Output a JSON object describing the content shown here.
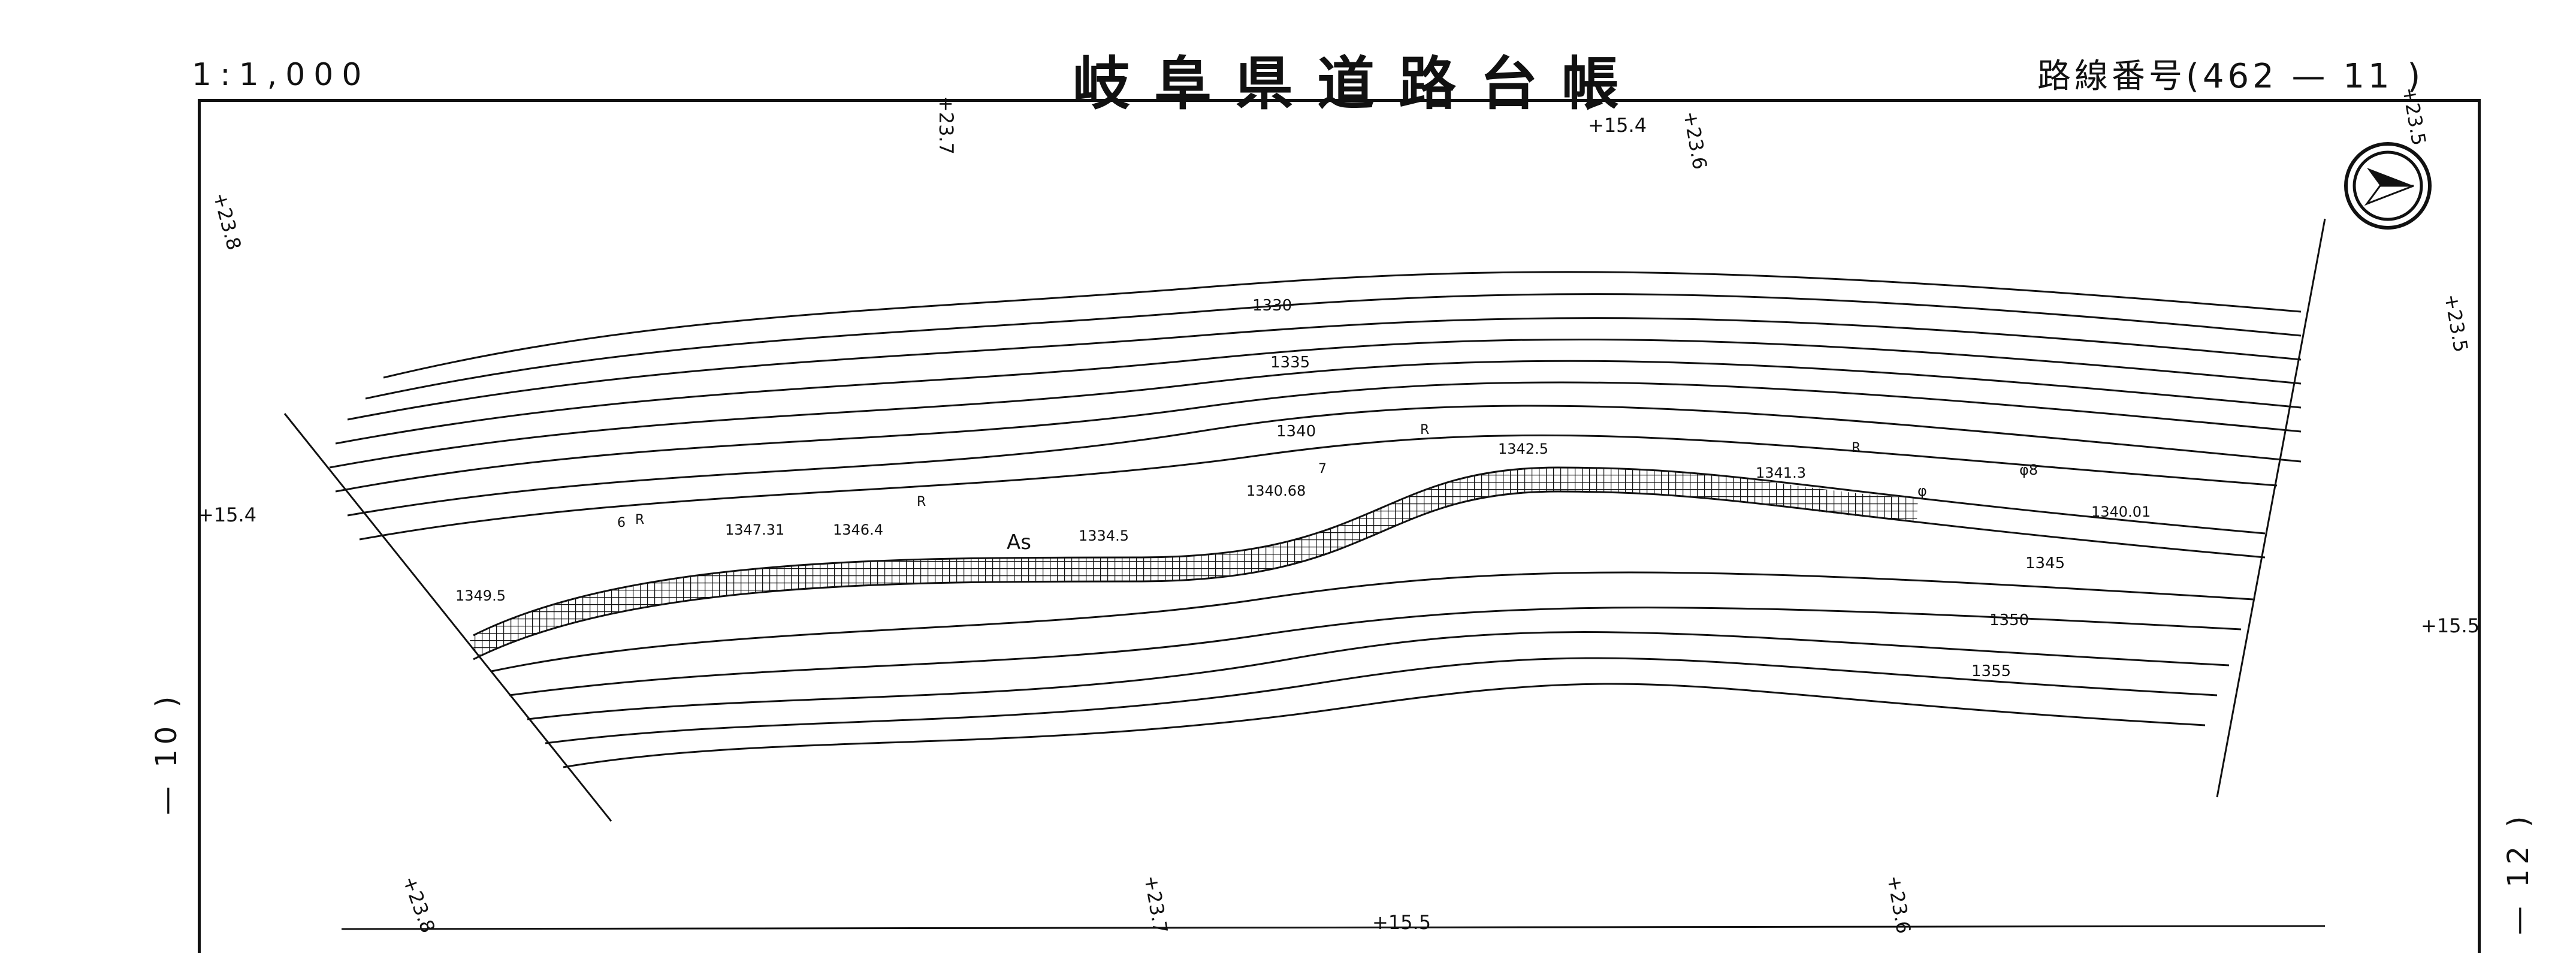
{
  "header": {
    "scale": "1:1,000",
    "title": "岐阜県道路台帳",
    "route_label": "路線番号(462 — 11 )"
  },
  "side_labels": {
    "left": "— 10 )",
    "right": "— 12 )"
  },
  "north_arrow": {
    "icon": "north-arrow-icon"
  },
  "grid_labels": [
    "+23.7",
    "+15.4",
    "+23.6",
    "+23.5",
    "+23.8",
    "+15.4",
    "+23.5",
    "+15.5",
    "+23.8",
    "+23.7",
    "+15.5",
    "+23.6"
  ],
  "contour_labels": [
    "1330",
    "1335",
    "1340",
    "1345",
    "1350",
    "1355"
  ],
  "spot_elevations": [
    "1349.5",
    "1347.31",
    "1346.4",
    "1334.5",
    "1340.68",
    "1342.5",
    "1341.3",
    "1340.01"
  ],
  "map_symbols": [
    "As",
    "R",
    "R",
    "R",
    "R",
    "6",
    "7",
    "φ",
    "φ8"
  ],
  "colors": {
    "ink": "#111111",
    "paper": "#ffffff"
  }
}
